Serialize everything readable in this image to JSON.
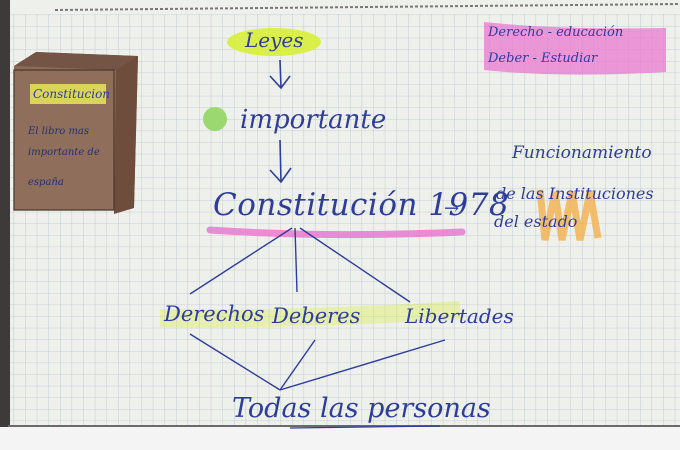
{
  "notebook": {
    "paper_color": "#eef0ec",
    "grid_color": "#b9c3c9",
    "ink_color": "#2f3d9a",
    "highlight_yellow": "#d8ee3a",
    "highlight_pink": "#e97ad0",
    "highlight_green": "#9cd870",
    "highlight_orange": "#f2b04c",
    "book_color": "#8e6b57",
    "book_title_color": "#e9e65a",
    "book": {
      "title": "Constitucion",
      "text_lines": [
        "El libro mas",
        "importante de",
        "españa"
      ]
    },
    "leyes": "Leyes",
    "importante": "importante",
    "constitucion": "Constitución 1978",
    "arrow": "→",
    "funcionamiento": [
      "Funcionamiento",
      "de las Instituciones",
      "del estado"
    ],
    "legend": [
      "Derecho - educación",
      "Deber - Estudiar"
    ],
    "branches": [
      "Derechos",
      "Deberes",
      "Libertades"
    ],
    "bottom": "Todas las personas"
  }
}
